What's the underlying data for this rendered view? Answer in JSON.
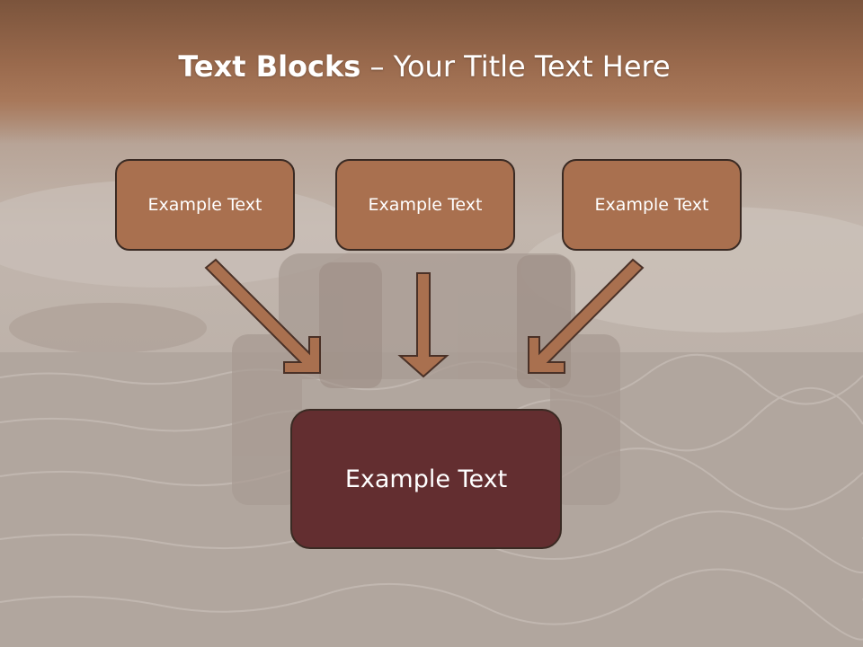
{
  "title": {
    "bold_part": "Text Blocks",
    "separator": " – ",
    "rest": "Your Title Text Here"
  },
  "blocks": [
    {
      "label": "Example Text"
    },
    {
      "label": "Example Text"
    },
    {
      "label": "Example Text"
    }
  ],
  "target": {
    "label": "Example Text"
  },
  "colors": {
    "header": "#9a6a4d",
    "block_fill": "#a9704f",
    "target_fill": "#632e30",
    "arrow_fill": "#a9704f",
    "border": "#3a2a23"
  }
}
